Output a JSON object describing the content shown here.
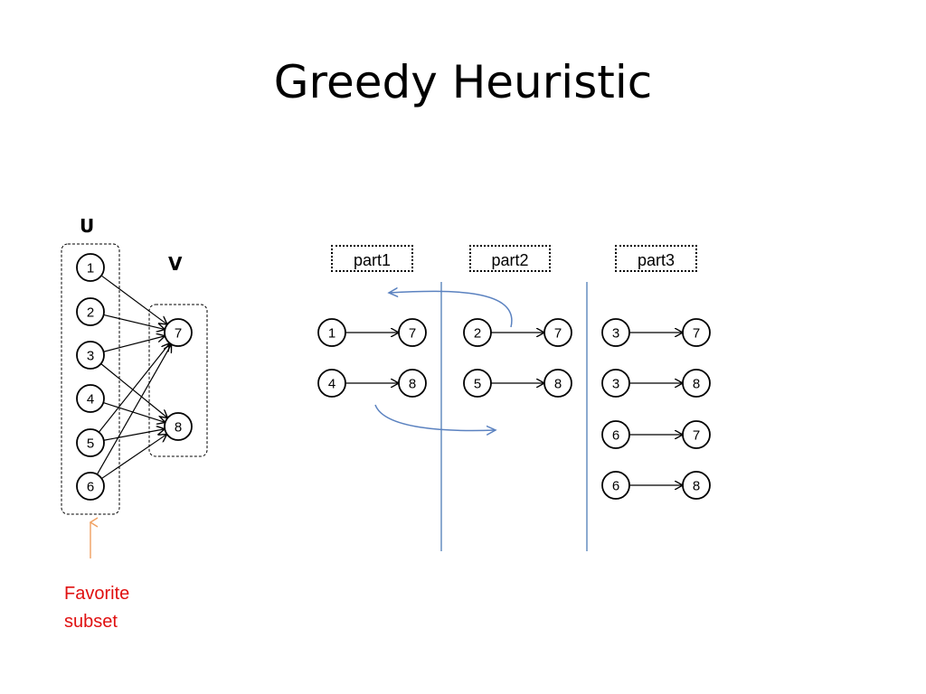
{
  "title": "Greedy Heuristic",
  "graph": {
    "u_label": "U",
    "v_label": "V",
    "u_nodes": [
      "1",
      "2",
      "3",
      "4",
      "5",
      "6"
    ],
    "v_nodes": [
      "7",
      "8"
    ],
    "edges": [
      [
        "1",
        "7"
      ],
      [
        "2",
        "7"
      ],
      [
        "3",
        "7"
      ],
      [
        "3",
        "8"
      ],
      [
        "4",
        "8"
      ],
      [
        "5",
        "7"
      ],
      [
        "5",
        "8"
      ],
      [
        "6",
        "7"
      ],
      [
        "6",
        "8"
      ]
    ],
    "favorite_label": "Favorite subset"
  },
  "parts": [
    {
      "label": "part1",
      "pairs": [
        [
          "1",
          "7"
        ],
        [
          "4",
          "8"
        ]
      ]
    },
    {
      "label": "part2",
      "pairs": [
        [
          "2",
          "7"
        ],
        [
          "5",
          "8"
        ]
      ]
    },
    {
      "label": "part3",
      "pairs": [
        [
          "3",
          "7"
        ],
        [
          "3",
          "8"
        ],
        [
          "6",
          "7"
        ],
        [
          "6",
          "8"
        ]
      ]
    }
  ],
  "colors": {
    "favorite": "#e01010",
    "favorite_arrow": "#f0a060",
    "divider": "#6f95c4",
    "move_arrow": "#5b82c0"
  }
}
